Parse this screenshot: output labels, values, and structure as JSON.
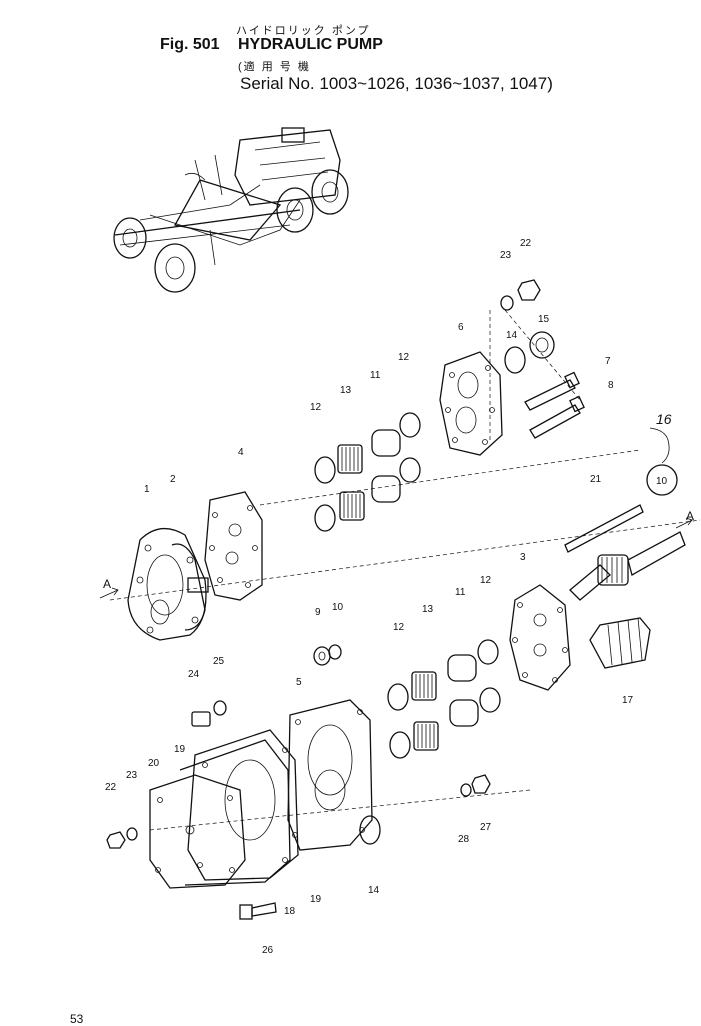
{
  "header": {
    "jp_title": "ハイドロリック ポンプ",
    "fig_label": "Fig. 501",
    "title": "HYDRAULIC PUMP",
    "jp_applicable": "(適 用 号 機",
    "serial_line": "Serial No. 1003~1026, 1036~1037, 1047)"
  },
  "section_markers": [
    "A",
    "A"
  ],
  "handwritten_note": "16",
  "page_number": "53",
  "parts": [
    {
      "no": "1"
    },
    {
      "no": "2"
    },
    {
      "no": "3"
    },
    {
      "no": "4"
    },
    {
      "no": "5"
    },
    {
      "no": "6"
    },
    {
      "no": "7"
    },
    {
      "no": "8"
    },
    {
      "no": "9"
    },
    {
      "no": "10"
    },
    {
      "no": "11"
    },
    {
      "no": "12"
    },
    {
      "no": "13"
    },
    {
      "no": "14"
    },
    {
      "no": "15"
    },
    {
      "no": "16"
    },
    {
      "no": "17"
    },
    {
      "no": "18"
    },
    {
      "no": "19"
    },
    {
      "no": "20"
    },
    {
      "no": "21"
    },
    {
      "no": "22"
    },
    {
      "no": "23"
    },
    {
      "no": "24"
    },
    {
      "no": "25"
    },
    {
      "no": "26"
    },
    {
      "no": "27"
    },
    {
      "no": "28"
    }
  ]
}
